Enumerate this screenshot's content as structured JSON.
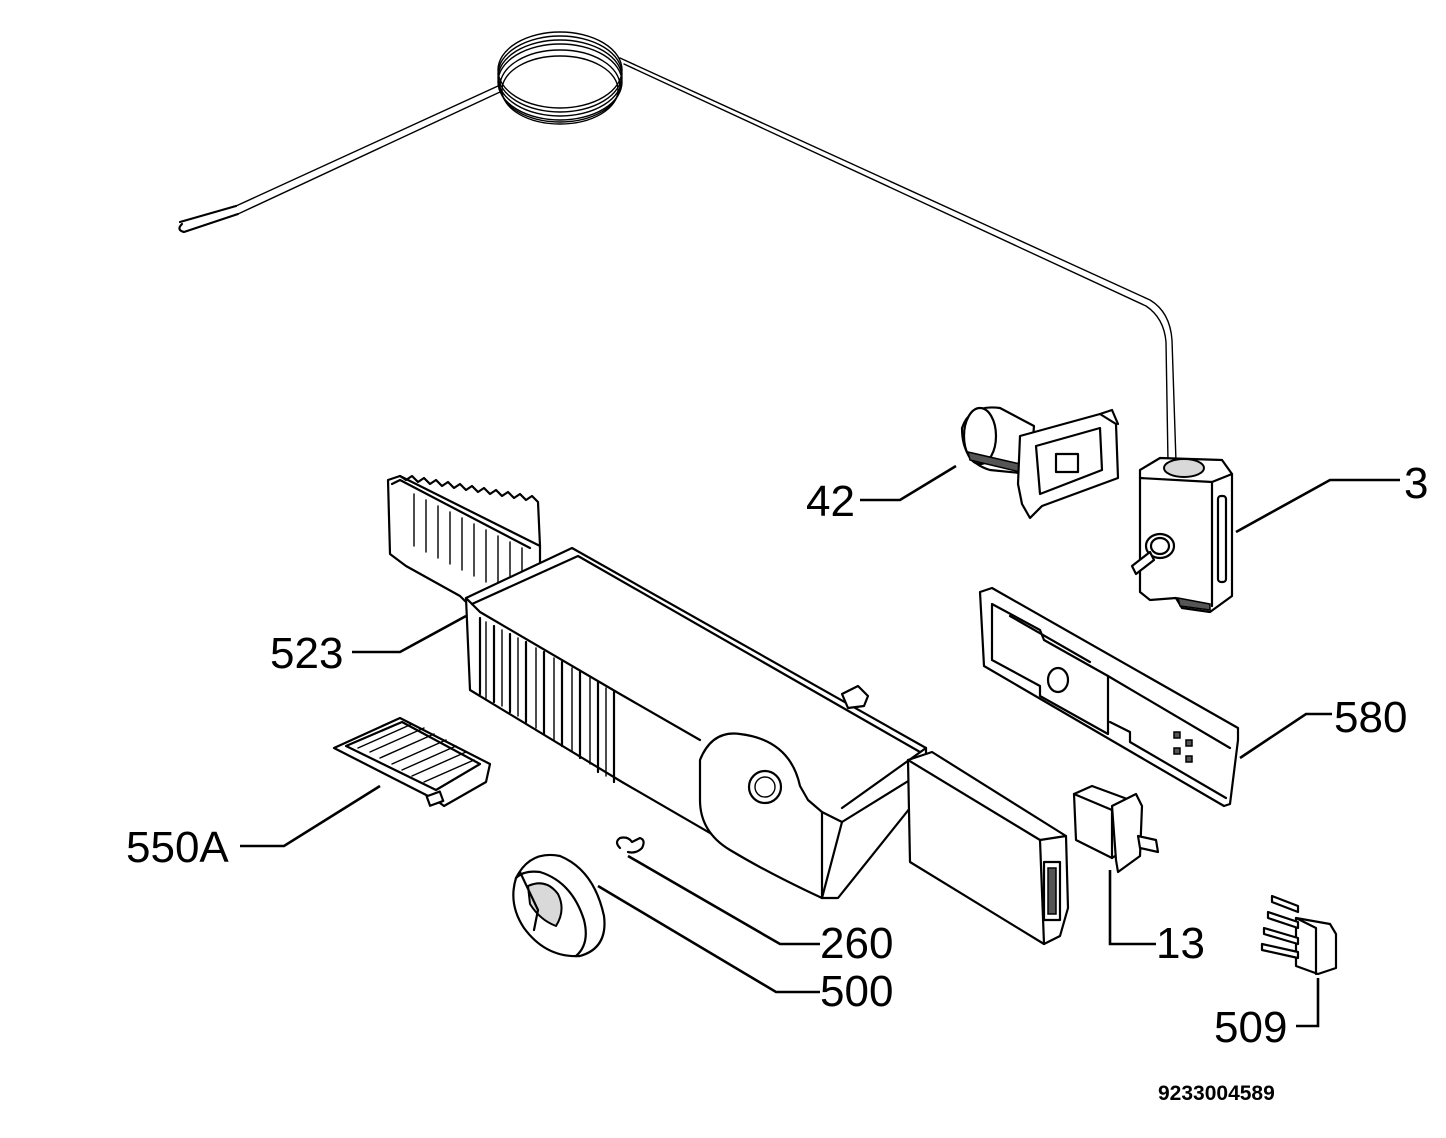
{
  "diagram": {
    "callouts": [
      {
        "id": "3",
        "label": "3"
      },
      {
        "id": "13",
        "label": "13"
      },
      {
        "id": "42",
        "label": "42"
      },
      {
        "id": "260",
        "label": "260"
      },
      {
        "id": "500",
        "label": "500"
      },
      {
        "id": "509",
        "label": "509"
      },
      {
        "id": "523",
        "label": "523"
      },
      {
        "id": "550A",
        "label": "550A"
      },
      {
        "id": "580",
        "label": "580"
      }
    ],
    "document_number": "9233004589"
  }
}
